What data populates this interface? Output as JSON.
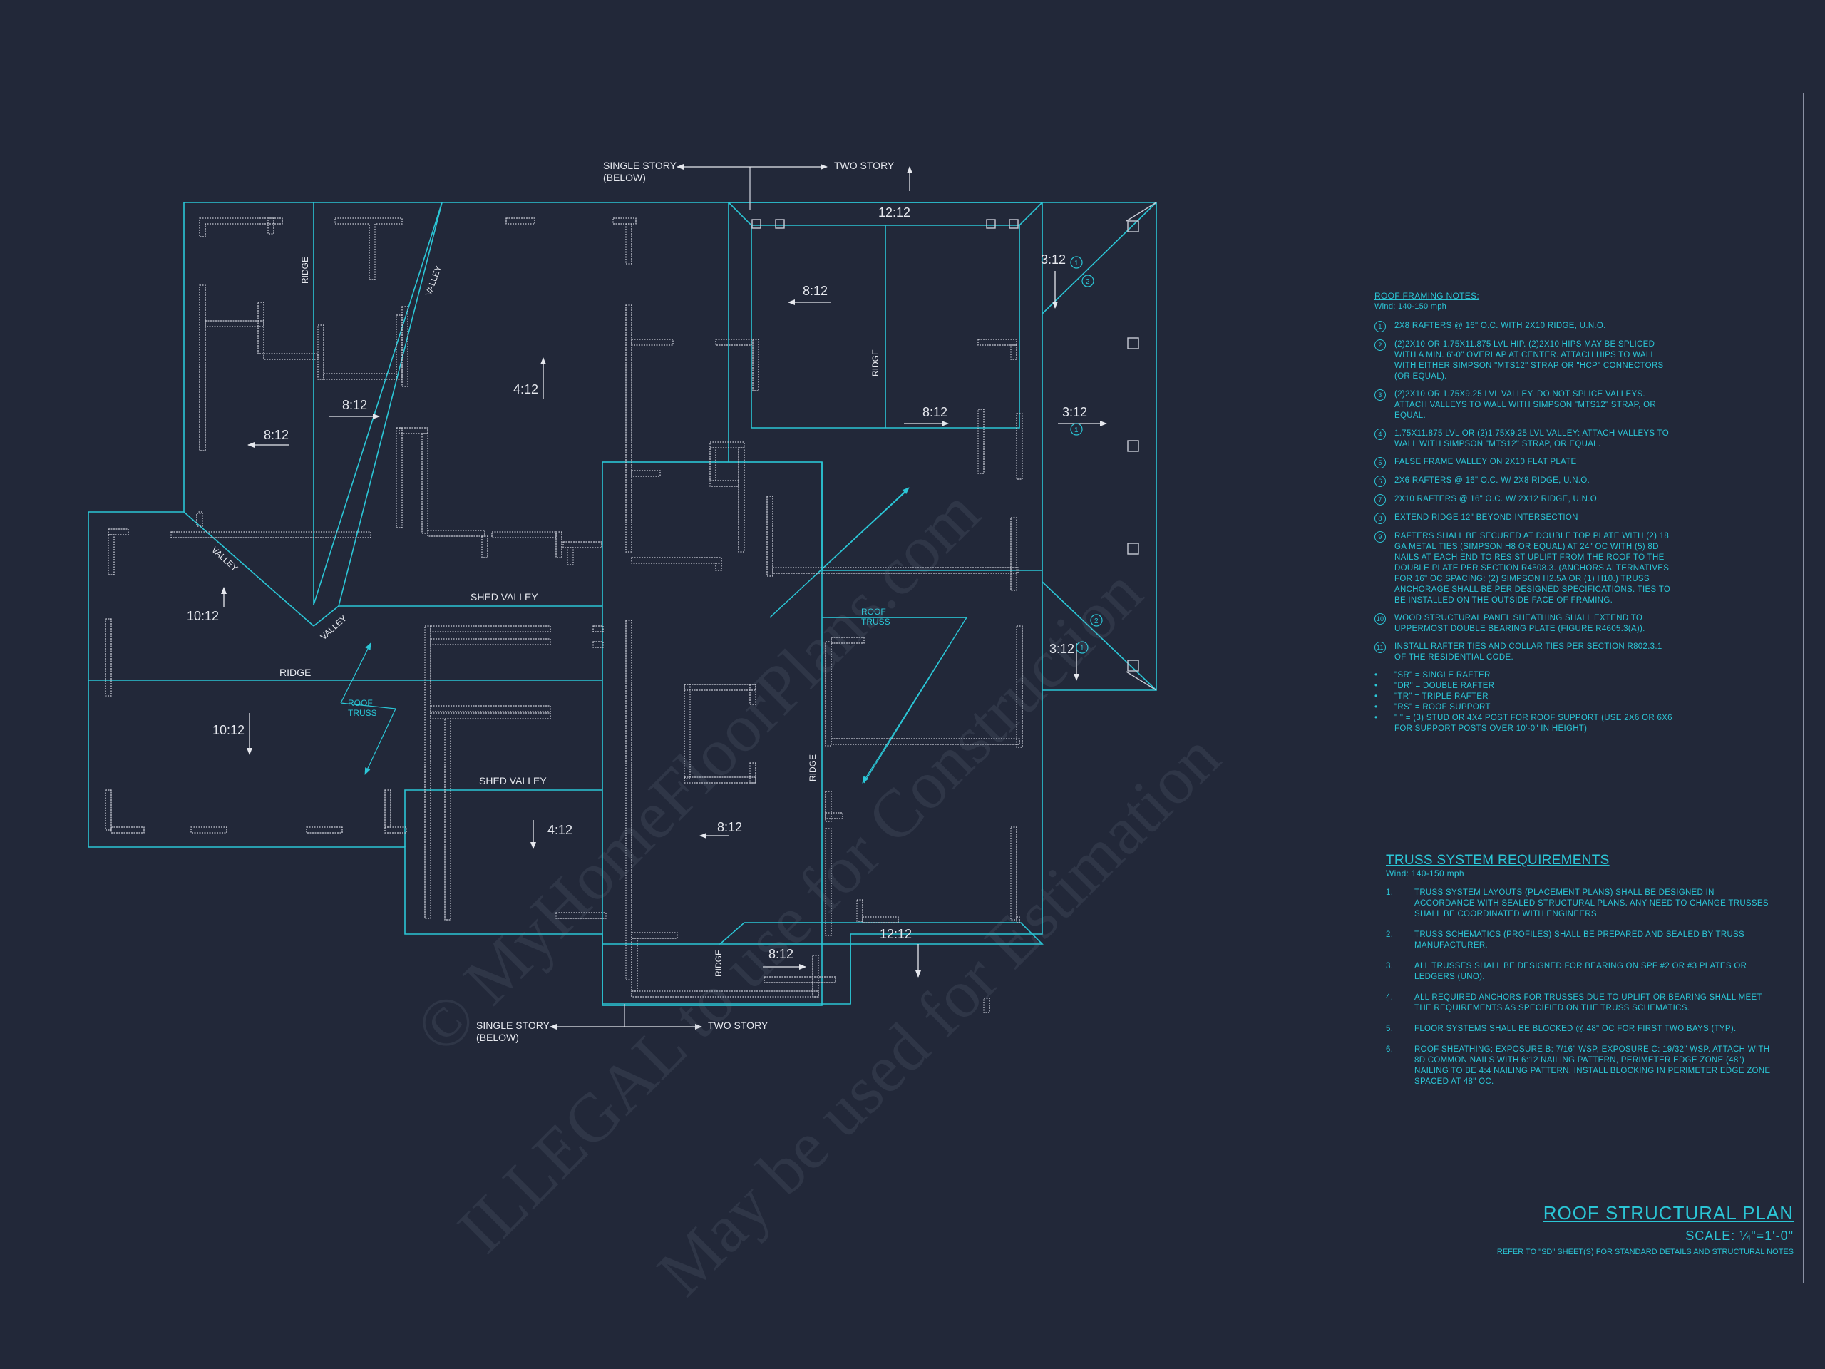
{
  "plan": {
    "single_story_label": "SINGLE STORY",
    "below_label": "(BELOW)",
    "two_story_label": "TWO STORY",
    "ridge_label": "RIDGE",
    "valley_label": "VALLEY",
    "shed_valley_label": "SHED VALLEY",
    "roof_truss_label_1": "ROOF",
    "roof_truss_label_2": "TRUSS",
    "pitch_12_12": "12:12",
    "pitch_8_12": "8:12",
    "pitch_4_12": "4:12",
    "pitch_3_12": "3:12",
    "pitch_10_12": "10:12",
    "callout_1": "1",
    "callout_2": "2"
  },
  "framing_notes": {
    "heading": "ROOF FRAMING NOTES:",
    "wind": "Wind: 140-150 mph",
    "items": [
      {
        "num": "1",
        "text": "2x8 rafters @ 16\" O.C. with 2x10 ridge, U.N.O."
      },
      {
        "num": "2",
        "text": "(2)2x10 or 1.75x11.875 LVL hip. (2)2x10 hips may be spliced with a min. 6'-0\" overlap at center. Attach hips to wall with either Simpson \"MTS12\" strap or \"HCP\" connectors (or equal)."
      },
      {
        "num": "3",
        "text": "(2)2x10 or 1.75x9.25 LVL valley. Do not splice valleys. Attach valleys to wall with Simpson \"MTS12\" strap, or equal."
      },
      {
        "num": "4",
        "text": "1.75x11.875 LVL or (2)1.75x9.25 LVL valley: Attach valleys to wall with Simpson \"MTS12\" strap, or equal."
      },
      {
        "num": "5",
        "text": "False frame valley on 2x10 flat plate"
      },
      {
        "num": "6",
        "text": "2x6 rafters @ 16\" O.C. w/ 2x8 ridge, U.N.O."
      },
      {
        "num": "7",
        "text": "2x10 rafters @ 16\" O.C. w/ 2x12 ridge, U.N.O."
      },
      {
        "num": "8",
        "text": "Extend ridge 12\" beyond intersection"
      },
      {
        "num": "9",
        "text": "Rafters shall be secured at double top plate with (2) 18 ga metal ties (Simpson H8 or equal) at 24\" OC with (5) 8d nails at each end to resist uplift from the roof to the double plate per section R4508.3. (Anchors alternatives for 16\" OC spacing: (2) Simpson H2.5A or (1) H10.) Truss anchorage shall be per designed specifications. Ties to be installed on the outside face of framing."
      },
      {
        "num": "10",
        "text": "Wood structural panel sheathing shall extend to uppermost double bearing plate (figure R4605.3(A))."
      },
      {
        "num": "11",
        "text": "Install rafter ties and collar ties per section R802.3.1 of the residential code."
      }
    ],
    "bullets": [
      "\"SR\" = single rafter",
      "\"DR\" = double rafter",
      "\"TR\" = triple rafter",
      "\"RS\" = roof support",
      "\" \" = (3) stud or 4x4 post for roof support (use 2x6 or 6x6 for support posts over 10'-0\" in height)"
    ]
  },
  "truss_requirements": {
    "heading": "TRUSS SYSTEM REQUIREMENTS",
    "wind": "Wind: 140-150 mph",
    "items": [
      {
        "num": "1.",
        "text": "Truss system layouts (placement plans) shall be designed in accordance with sealed structural plans. Any need to change trusses shall be coordinated with engineers."
      },
      {
        "num": "2.",
        "text": "Truss schematics (profiles) shall be prepared and sealed by truss manufacturer."
      },
      {
        "num": "3.",
        "text": "All trusses shall be designed for bearing on SPF #2 or #3 plates or ledgers (UNO)."
      },
      {
        "num": "4.",
        "text": "All required anchors for trusses due to uplift or bearing shall meet the requirements as specified on the truss schematics."
      },
      {
        "num": "5.",
        "text": "Floor systems shall be blocked @ 48\" OC for first two bays (typ)."
      },
      {
        "num": "6.",
        "text": "Roof sheathing: exposure B: 7/16\" WSP, exposure C: 19/32\" WSP. Attach with 8d common nails with 6:12 nailing pattern, perimeter edge zone (48\") nailing to be 4:4 nailing pattern. Install blocking in perimeter edge zone spaced at 48\" OC."
      }
    ]
  },
  "title_block": {
    "title": "ROOF STRUCTURAL PLAN",
    "scale": "SCALE: ¼\"=1'-0\"",
    "reference": "REFER TO \"SD\" SHEET(S) FOR STANDARD DETAILS AND STRUCTURAL NOTES"
  },
  "watermark": {
    "line1": "© MyHomeFloorPlans.com",
    "line2": "ILLEGAL to use for Construction",
    "line3": "May be used for Estimation"
  },
  "colors": {
    "background": "#222839",
    "roof_lines": "#2bc6d6",
    "walls": "#c9ccd6",
    "text": "#e6e8ee"
  }
}
